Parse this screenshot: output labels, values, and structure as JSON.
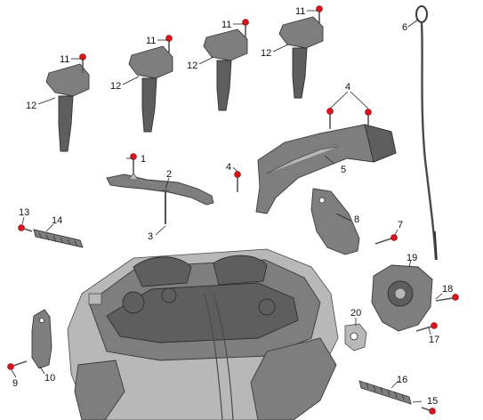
{
  "diagram": {
    "callouts": {
      "c1": "1",
      "c2": "2",
      "c3": "3",
      "c4a": "4",
      "c4b": "4",
      "c5": "5",
      "c6": "6",
      "c7": "7",
      "c8": "8",
      "c9": "9",
      "c10": "10",
      "c11a": "11",
      "c11b": "11",
      "c11c": "11",
      "c11d": "11",
      "c12a": "12",
      "c12b": "12",
      "c12c": "12",
      "c12d": "12",
      "c13": "13",
      "c14": "14",
      "c15": "15",
      "c16": "16",
      "c17": "17",
      "c18": "18",
      "c19": "19",
      "c20": "20"
    },
    "colors": {
      "bolt": "#d9141c",
      "part": "#7e7e7e",
      "background": "#ffffff"
    }
  }
}
